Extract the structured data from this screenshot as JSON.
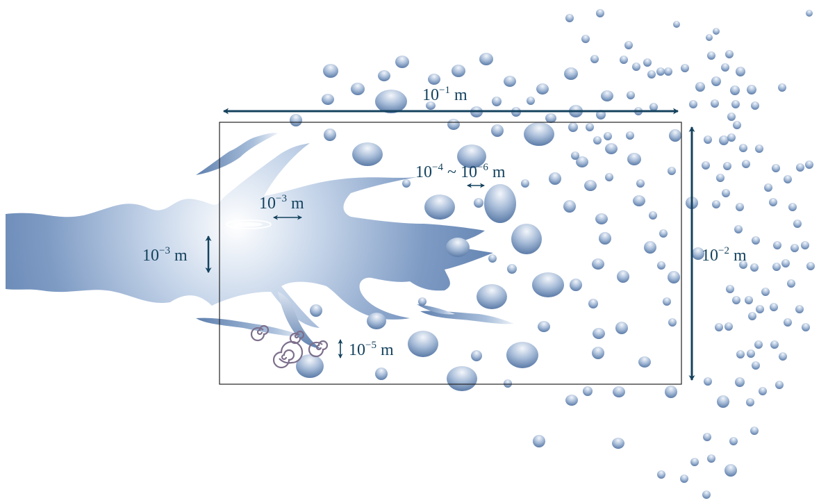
{
  "labels": {
    "overall_length": {
      "base": "10",
      "exp": "−1",
      "unit": " m"
    },
    "overall_height": {
      "base": "10",
      "exp": "−2",
      "unit": " m"
    },
    "jet_core_width": {
      "base": "10",
      "exp": "−3",
      "unit": " m"
    },
    "ligament_scale": {
      "base": "10",
      "exp": "−3",
      "unit": " m"
    },
    "droplet_range": {
      "base1": "10",
      "exp1": "−4",
      "sep": " ~ ",
      "base2": "10",
      "exp2": "−6",
      "unit": " m"
    },
    "vortex_scale": {
      "base": "10",
      "exp": "−5",
      "unit": " m"
    }
  },
  "colors": {
    "arrow": "#14425e",
    "frame": "#222222",
    "liquid_dark": "#4c72a3",
    "liquid_light": "#e8eef6",
    "vortex": "#7d6f8c"
  }
}
